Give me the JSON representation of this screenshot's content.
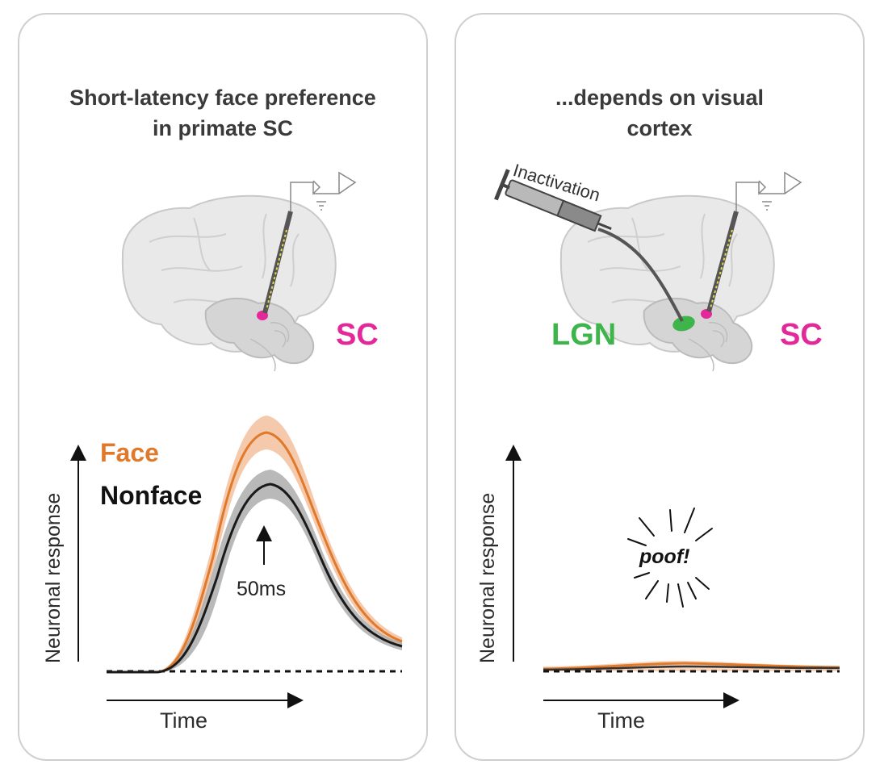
{
  "left_panel": {
    "title_line1": "Short-latency face preference",
    "title_line2": "in primate SC",
    "sc_label": "SC",
    "ylabel": "Neuronal response",
    "xlabel": "Time",
    "legend_face": "Face",
    "legend_nonface": "Nonface",
    "latency_label": "50ms"
  },
  "right_panel": {
    "title_line1": "...depends on visual",
    "title_line2": "cortex",
    "syringe_label": "Inactivation",
    "lgn_label": "LGN",
    "sc_label": "SC",
    "ylabel": "Neuronal response",
    "xlabel": "Time",
    "poof_label": "poof!"
  },
  "colors": {
    "face": "#e07a2a",
    "nonface": "#222222",
    "sc": "#e4289a",
    "lgn": "#3db54a",
    "brain": "#e8e8e8",
    "panel_border": "#cfcfcf"
  }
}
